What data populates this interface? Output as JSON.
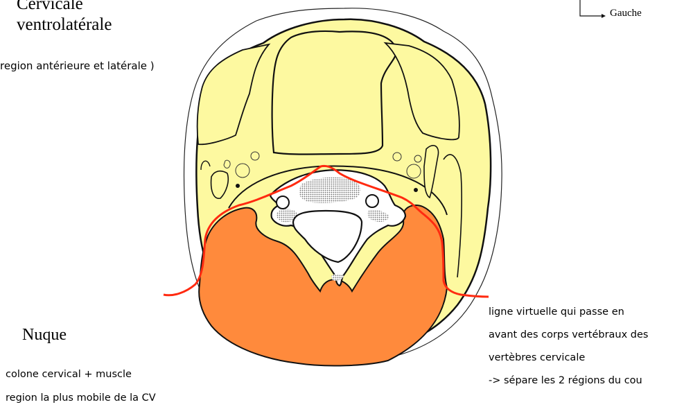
{
  "labels": {
    "cervicale_title": "Cervicale\nventrolatérale",
    "cervicale_title_line1": "Cervicale",
    "cervicale_title_line2": "ventrolatérale",
    "cervicale_subtitle": "region antérieure et latérale )",
    "nuque_title": "Nuque",
    "nuque_desc_line1": "colone cervical + muscle",
    "nuque_desc_line2": "region la plus mobile de la CV",
    "orientation_label": "Gauche",
    "annotation_line1": "ligne virtuelle qui passe en",
    "annotation_line2": "avant des corps vertébraux des",
    "annotation_line3": "vertèbres cervicale",
    "annotation_line4": "-> sépare les 2 régions du cou"
  },
  "colors": {
    "anterior_region": "#FDF9A0",
    "posterior_region": "#FF8A3C",
    "dividing_line": "#FF2A10",
    "outline": "#111111",
    "bone_hatch": "#777777"
  },
  "icons": {
    "orientation_arrow": "arrow-right-angle-icon"
  }
}
